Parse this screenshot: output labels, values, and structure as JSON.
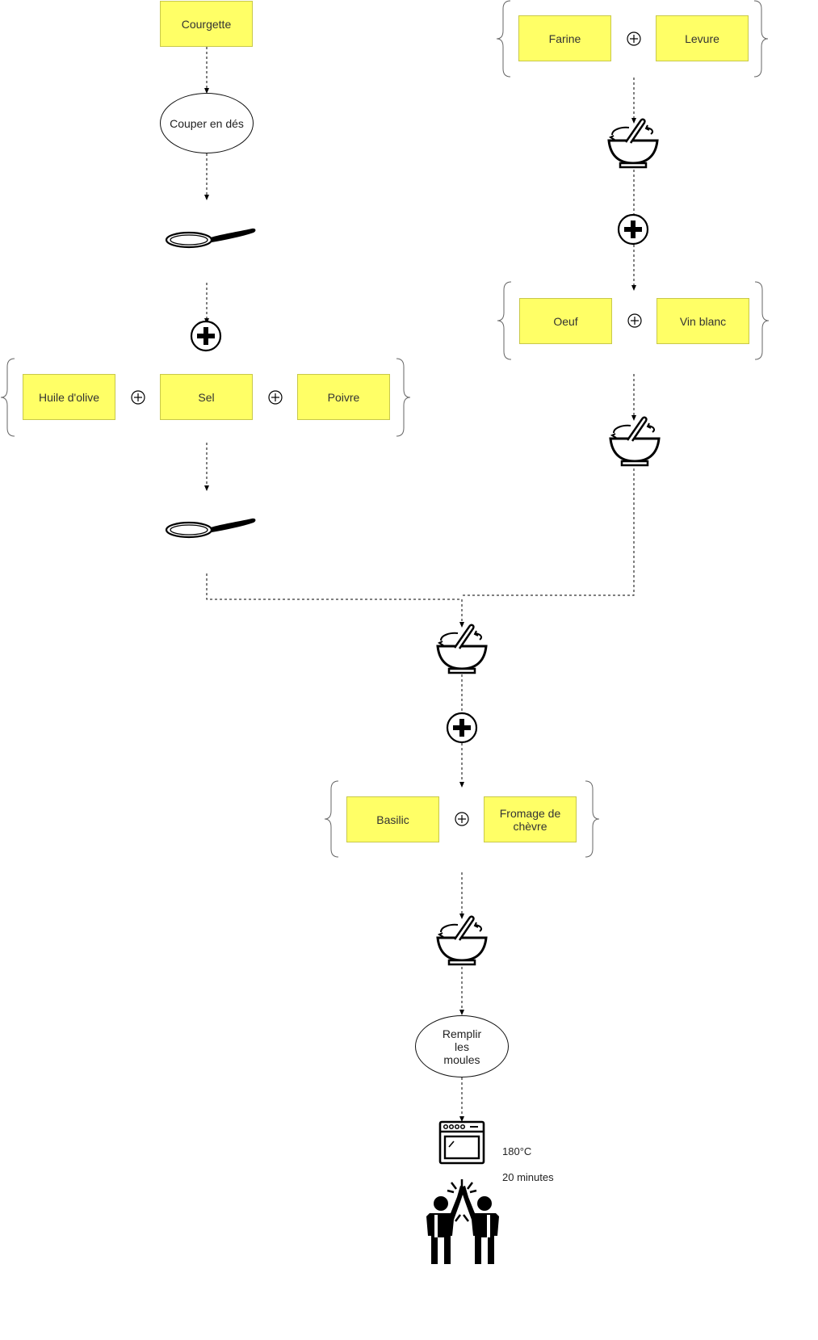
{
  "nodes": {
    "courgette": "Courgette",
    "couper": "Couper en dés",
    "huile": "Huile d'olive",
    "sel": "Sel",
    "poivre": "Poivre",
    "farine": "Farine",
    "levure": "Levure",
    "oeuf": "Oeuf",
    "vin": "Vin blanc",
    "basilic": "Basilic",
    "fromage": "Fromage de chèvre",
    "remplir": "Remplir les moules",
    "oven_line1": "180°C",
    "oven_line2": "20 minutes"
  },
  "icons": [
    "frying-pan-icon",
    "mixing-bowl-icon",
    "plus-icon",
    "oven-icon",
    "high-five-icon"
  ],
  "colors": {
    "note_fill": "#ffff66",
    "note_border": "#c8c84a",
    "line": "#000000"
  }
}
